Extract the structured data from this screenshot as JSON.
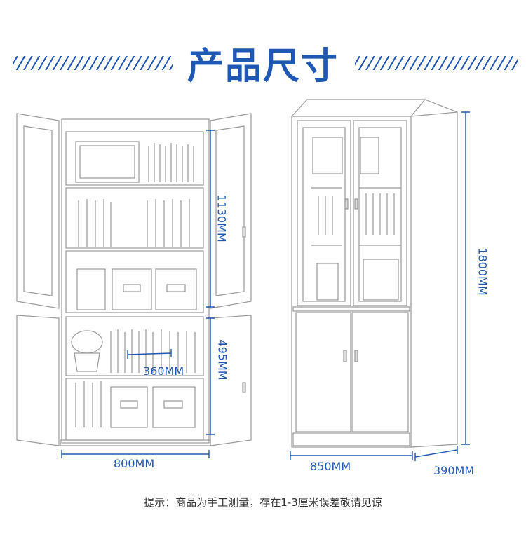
{
  "title": "产品尺寸",
  "dimensions": {
    "upper_height": "1130MM",
    "lower_height": "495MM",
    "shelf_depth": "360MM",
    "open_width": "800MM",
    "total_height": "1800MM",
    "front_width": "850MM",
    "side_depth": "390MM"
  },
  "note": "提示：商品为手工测量，存在1-3厘米误差敬请见谅",
  "colors": {
    "accent": "#1f58b4",
    "line": "#9a9a9a"
  }
}
